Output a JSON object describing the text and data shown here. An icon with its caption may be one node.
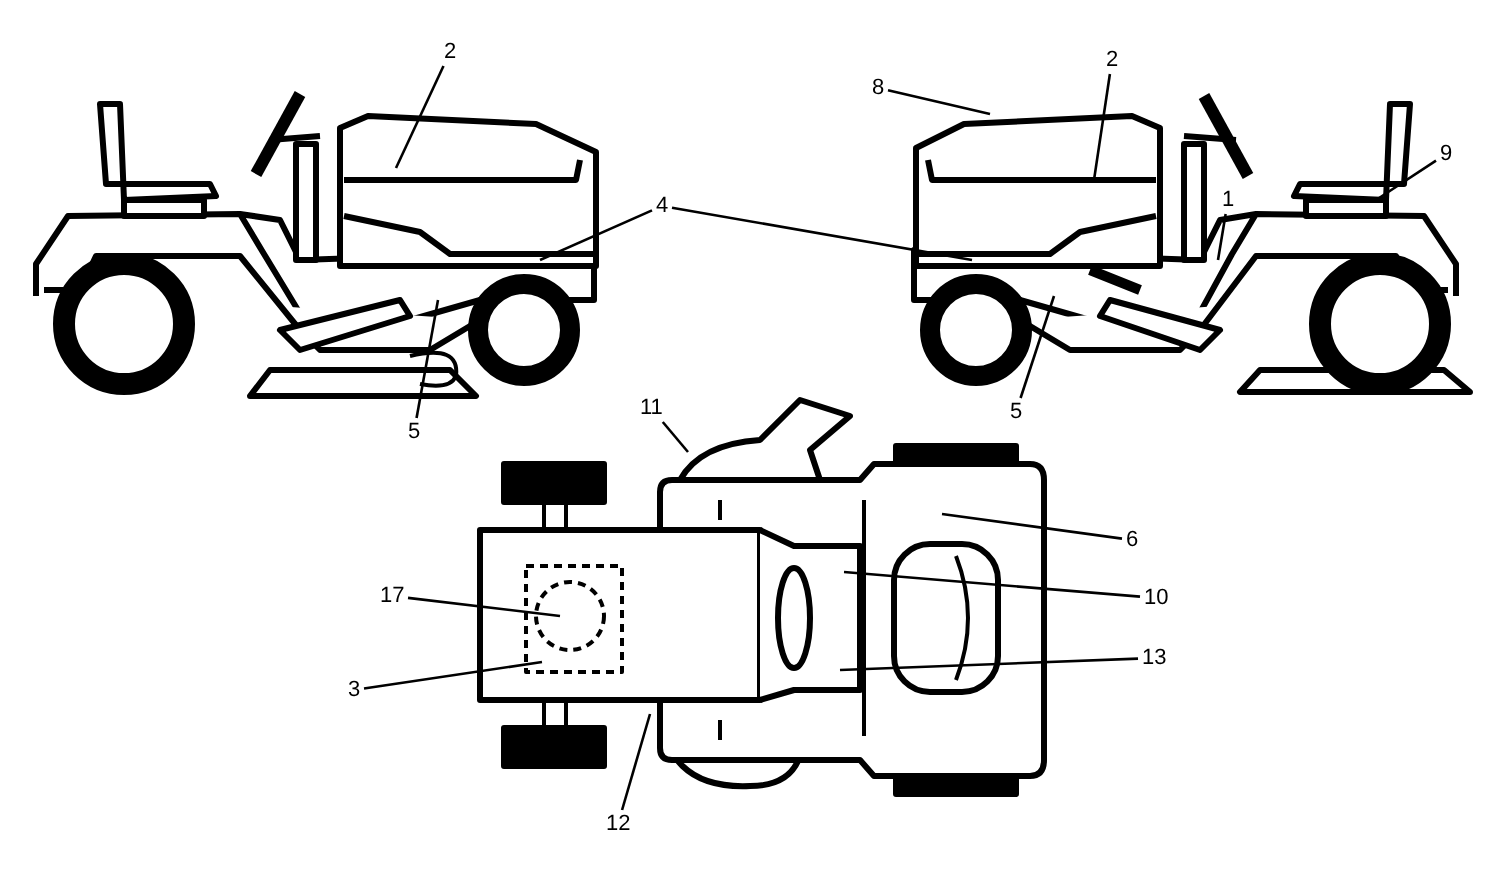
{
  "diagram": {
    "nodes": [
      {
        "text": [
          "2"
        ]
      },
      {
        "text": [
          "8"
        ]
      },
      {
        "text": [
          "2"
        ]
      },
      {
        "text": [
          "4"
        ]
      },
      {
        "text": [
          "9"
        ]
      },
      {
        "text": [
          "1"
        ]
      },
      {
        "text": [
          "5"
        ]
      },
      {
        "text": [
          "5"
        ]
      },
      {
        "text": [
          "11"
        ]
      },
      {
        "text": [
          "6"
        ]
      },
      {
        "text": [
          "17"
        ]
      },
      {
        "text": [
          "10"
        ]
      },
      {
        "text": [
          "13"
        ]
      },
      {
        "text": [
          "3"
        ]
      },
      {
        "text": [
          "12"
        ]
      }
    ],
    "edges": [
      {
        "from": 0,
        "to": null,
        "arrow": "none"
      },
      {
        "from": 1,
        "to": null,
        "arrow": "none"
      },
      {
        "from": 2,
        "to": null,
        "arrow": "none"
      },
      {
        "from": 3,
        "to": null,
        "arrow": "none"
      },
      {
        "from": 3,
        "to": null,
        "arrow": "none"
      },
      {
        "from": 4,
        "to": null,
        "arrow": "none"
      },
      {
        "from": 5,
        "to": null,
        "arrow": "none"
      },
      {
        "from": 6,
        "to": null,
        "arrow": "none"
      },
      {
        "from": 7,
        "to": null,
        "arrow": "none"
      },
      {
        "from": 8,
        "to": null,
        "arrow": "none"
      },
      {
        "from": 9,
        "to": null,
        "arrow": "none"
      },
      {
        "from": 10,
        "to": null,
        "arrow": "none"
      },
      {
        "from": 11,
        "to": null,
        "arrow": "none"
      },
      {
        "from": 12,
        "to": null,
        "arrow": "none"
      },
      {
        "from": 13,
        "to": null,
        "arrow": "none"
      },
      {
        "from": 14,
        "to": null,
        "arrow": "none"
      }
    ]
  }
}
